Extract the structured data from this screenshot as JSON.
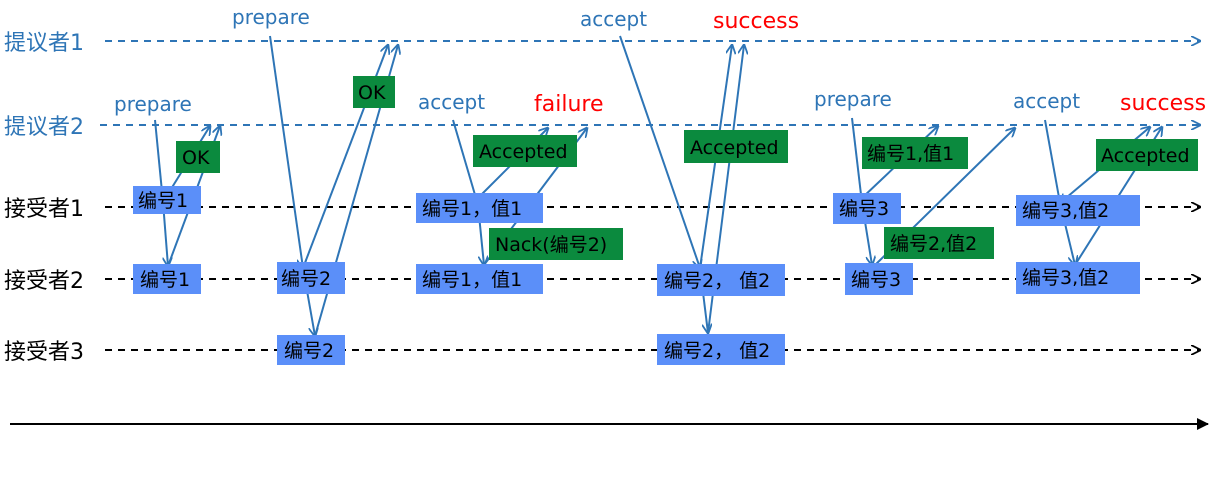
{
  "colors": {
    "proposer": "#2e75b6",
    "acceptor": "#000000",
    "value_box": "#5b8ff9",
    "response_box": "#0b8a3e",
    "success": "#ff0000",
    "white": "#ffffff"
  },
  "roles": {
    "proposer1": "提议者1",
    "proposer2": "提议者2",
    "acceptor1": "接受者1",
    "acceptor2": "接受者2",
    "acceptor3": "接受者3"
  },
  "messages": {
    "prepare": "prepare",
    "accept": "accept",
    "success": "success",
    "failure": "failure"
  },
  "responses": {
    "ok": "OK",
    "accepted": "Accepted",
    "nack": "Nack(编号2)",
    "n1v1": "编号1,值1",
    "n2v2": "编号2,值2"
  },
  "states": {
    "n1": "编号1",
    "n2": "编号2",
    "n3": "编号3",
    "n1v1": "编号1，值1",
    "n2v2": "编号2， 值2",
    "n3v2": "编号3,值2"
  }
}
